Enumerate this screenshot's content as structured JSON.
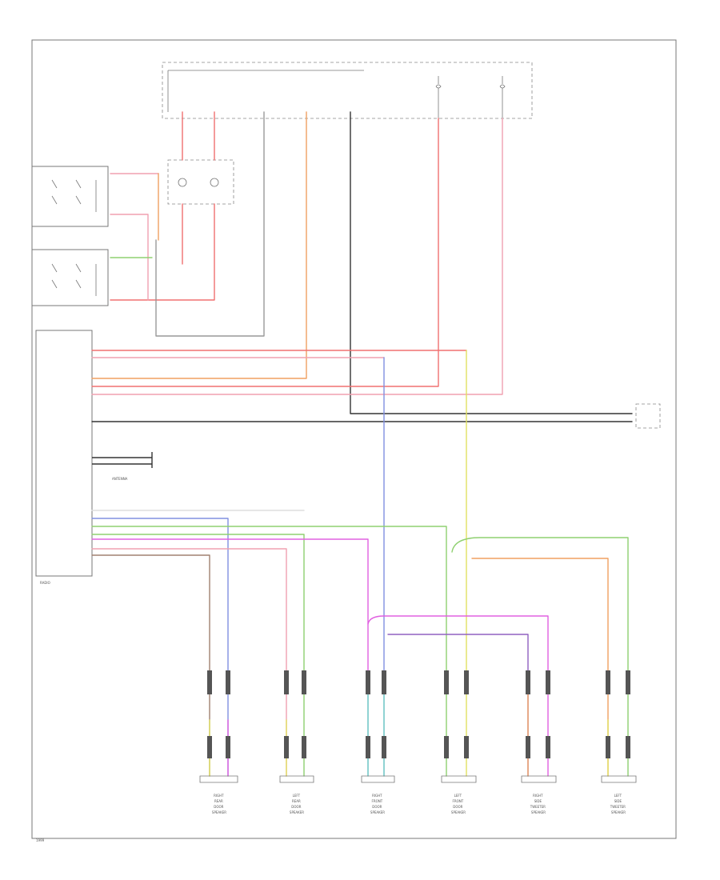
{
  "labels": {
    "footer": "1999",
    "radio": "RADIO",
    "antenna": "ANTENNA",
    "speaker_names": {
      "s1": [
        "RIGHT",
        "REAR",
        "DOOR",
        "SPEAKER"
      ],
      "s2": [
        "LEFT",
        "REAR",
        "DOOR",
        "SPEAKER"
      ],
      "s3": [
        "RIGHT",
        "FRONT",
        "DOOR",
        "SPEAKER"
      ],
      "s4": [
        "LEFT",
        "FRONT",
        "DOOR",
        "SPEAKER"
      ],
      "s5": [
        "RIGHT",
        "SIDE",
        "TWEETER",
        "SPEAKER"
      ],
      "s6": [
        "LEFT",
        "SIDE",
        "TWEETER",
        "SPEAKER"
      ]
    }
  },
  "colors": {
    "red": "#f07070",
    "pink": "#f0a0b0",
    "orange": "#f0a060",
    "green": "#8fd070",
    "blue": "#8090e0",
    "magenta": "#e060e0",
    "purple": "#9060c0",
    "black": "#333333",
    "yellow": "#e0e060",
    "brown": "#a08070",
    "teal": "#60c0c0"
  }
}
